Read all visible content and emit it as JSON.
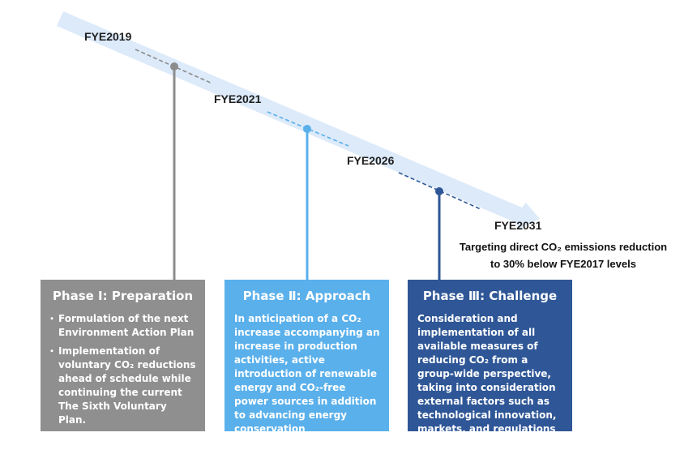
{
  "milestones": [
    {
      "label": "FYE2019"
    },
    {
      "label": "FYE2021"
    },
    {
      "label": "FYE2026"
    },
    {
      "label": "FYE2031"
    }
  ],
  "target": {
    "line1": "Targeting direct CO₂ emissions reduction",
    "line2": "to 30% below FYE2017 levels"
  },
  "phases": [
    {
      "title": "Phase Ⅰ: Preparation",
      "items": [
        "Formulation of the next Environment Action Plan",
        "Implementation of voluntary CO₂ reductions ahead of schedule while continuing the current The Sixth Voluntary Plan."
      ]
    },
    {
      "title": "Phase Ⅱ: Approach",
      "text": "In anticipation of a CO₂ increase accompanying an increase in production activities, active introduction of renewable energy and CO₂-free power sources in addition to advancing energy conservation"
    },
    {
      "title": "Phase Ⅲ: Challenge",
      "text": "Consideration and implementation of all available measures of reducing CO₂ from a group-wide perspective, taking into consideration external factors such as technological innovation, markets, and regulations"
    }
  ],
  "colors": {
    "arrow": "#dceafa",
    "phase1": "#8f8f8f",
    "phase2": "#5ab0eb",
    "phase3": "#2f5797"
  }
}
